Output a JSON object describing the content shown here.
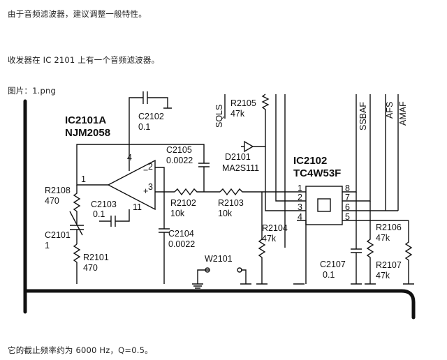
{
  "intro": "由于音频滤波器，建议调整一般特性。",
  "location": "收发器在 IC 2101 上有一个音频滤波器。",
  "figure_caption": "图片：1.png",
  "conclusion": "它的截止频率约为 6000 Hz，Q=0.5。",
  "schematic": {
    "ic1_name": "IC2101A",
    "ic1_part": "NJM2058",
    "ic2_name": "IC2102",
    "ic2_part": "TC4W53F",
    "pin1": "1",
    "pin2": "2",
    "pin3": "3",
    "pin4": "4",
    "pin11": "11",
    "ic2_pin1": "1",
    "ic2_pin2": "2",
    "ic2_pin3": "3",
    "ic2_pin4": "4",
    "ic2_pin5": "5",
    "ic2_pin6": "6",
    "ic2_pin7": "7",
    "ic2_pin8": "8",
    "c2102": "C2102",
    "c2102_v": "0.1",
    "c2105": "C2105",
    "c2105_v": "0.0022",
    "c2103": "C2103",
    "c2103_v": "0.1",
    "c2104": "C2104",
    "c2104_v": "0.0022",
    "c2101": "C2101",
    "c2101_v": "1",
    "c2107": "C2107",
    "c2107_v": "0.1",
    "r2108": "R2108",
    "r2108_v": "470",
    "r2101": "R2101",
    "r2101_v": "470",
    "r2102": "R2102",
    "r2102_v": "10k",
    "r2103": "R2103",
    "r2103_v": "10k",
    "r2104": "R2104",
    "r2104_v": "47k",
    "r2105": "R2105",
    "r2105_v": "47k",
    "r2106": "R2106",
    "r2106_v": "47k",
    "r2107": "R2107",
    "r2107_v": "47k",
    "d2101": "D2101",
    "d2101_v": "MA2S111",
    "w2101": "W2101",
    "sqls": "SQLS",
    "ssbaf": "SSBAF",
    "afs": "AFS",
    "amaf": "AMAF",
    "plus": "+",
    "minus": "−"
  }
}
